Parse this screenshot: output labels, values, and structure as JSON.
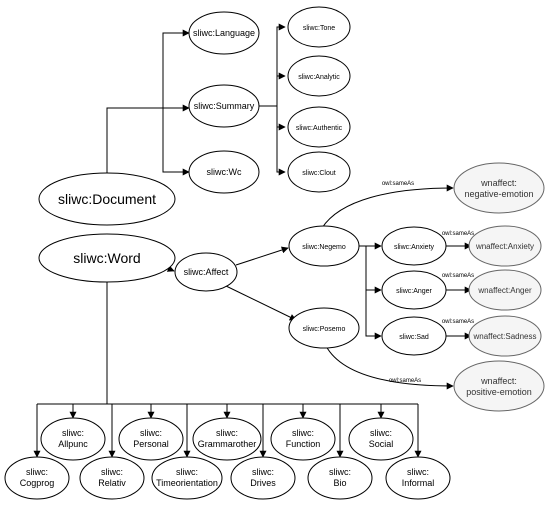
{
  "nodes": {
    "document": "sliwc:Document",
    "word": "sliwc:Word",
    "language": "sliwc:Language",
    "summary": "sliwc:Summary",
    "wc": "sliwc:Wc",
    "tone": "sliwc:Tone",
    "analytic": "sliwc:Analytic",
    "authentic": "sliwc:Authentic",
    "clout": "sliwc:Clout",
    "affect": "sliwc:Affect",
    "negemo": "sliwc:Negemo",
    "posemo": "sliwc:Posemo",
    "anxiety": "sliwc:Anxiety",
    "anger": "sliwc:Anger",
    "sad": "sliwc:Sad",
    "wn_neg_1": "wnaffect:",
    "wn_neg_2": "negative-emotion",
    "wn_pos_1": "wnaffect:",
    "wn_pos_2": "positive-emotion",
    "wn_anxiety": "wnaffect:Anxiety",
    "wn_anger": "wnaffect:Anger",
    "wn_sadness": "wnaffect:Sadness",
    "allpunc_1": "sliwc:",
    "allpunc_2": "Allpunc",
    "personal_1": "sliwc:",
    "personal_2": "Personal",
    "grammarother_1": "sliwc:",
    "grammarother_2": "Grammarother",
    "function_1": "sliwc:",
    "function_2": "Function",
    "social_1": "sliwc:",
    "social_2": "Social",
    "cogprog_1": "sliwc:",
    "cogprog_2": "Cogprog",
    "relativ_1": "sliwc:",
    "relativ_2": "Relativ",
    "timeorientation_1": "sliwc:",
    "timeorientation_2": "Timeorientation",
    "drives_1": "sliwc:",
    "drives_2": "Drives",
    "bio_1": "sliwc:",
    "bio_2": "Bio",
    "informal_1": "sliwc:",
    "informal_2": "Informal"
  },
  "edge_labels": {
    "same_neg": "owl:sameAs",
    "same_pos": "owl:sameAs",
    "same_anxiety": "owl:sameAs",
    "same_anger": "owl:sameAs",
    "same_sad": "owl:sameAs"
  },
  "colors": {
    "node_fill": "#ffffff",
    "external_node_fill": "#f5f5f5",
    "external_node_stroke": "#666666",
    "line": "#000000"
  }
}
